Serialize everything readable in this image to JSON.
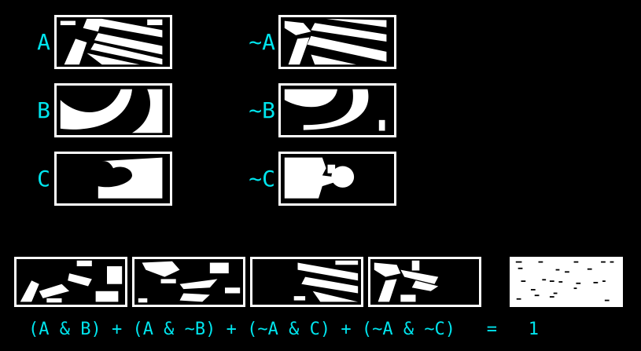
{
  "labels": {
    "A": "A",
    "notA": "~A",
    "B": "B",
    "notB": "~B",
    "C": "C",
    "notC": "~C"
  },
  "formula": "(A & B) + (A & ~B) + (~A & C) + (~A & ~C)   =   1",
  "colors": {
    "background": "#000000",
    "label": "#00e5ee",
    "mask": "#ffffff"
  }
}
